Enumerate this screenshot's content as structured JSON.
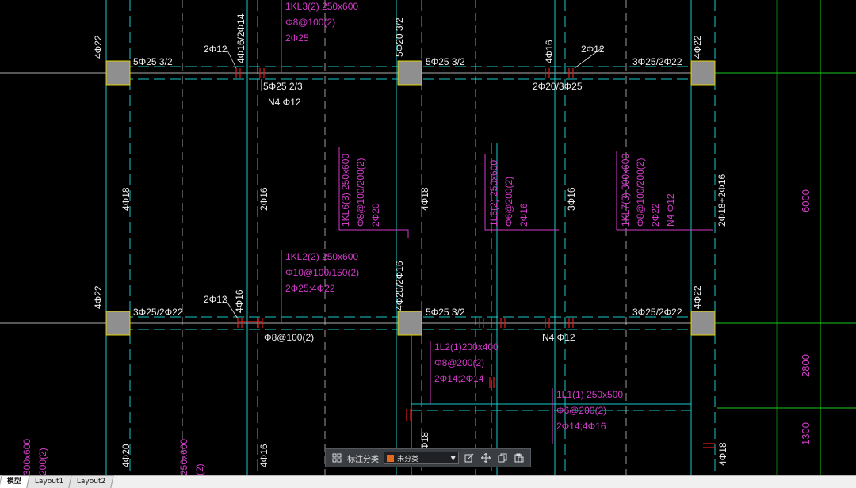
{
  "columns": [
    {
      "label_side": "4Φ22"
    },
    {
      "label_side": "4Φ22"
    },
    {
      "label_side": "4Φ22"
    },
    {
      "label_side": "4Φ22"
    }
  ],
  "white_labels": {
    "top_beam_left_1": "5Φ25 3/2",
    "top_beam_left_2": "5Φ25 3/2",
    "top_beam_right": "3Φ25/2Φ22",
    "top_mid_bottom": "5Φ25 2/3",
    "top_n4": "N4 Φ12",
    "top_2phi12_a": "2Φ12",
    "top_2phi12_b": "2Φ12",
    "top_4phi16_2phi14": "4Φ16/2Φ14",
    "top_5phi20_3_2": "5Φ20 3/2",
    "top_4phi16": "4Φ16",
    "top_2phi20_3phi25": "2Φ20/3Φ25",
    "mid_4phi18_a": "4Φ18",
    "mid_2phi16": "2Φ16",
    "mid_4phi18_b": "4Φ18",
    "mid_3phi16": "3Φ16",
    "mid_2phi18_2phi16": "2Φ18+2Φ16",
    "bot_left_beam": "3Φ25/2Φ22",
    "bot_2phi12": "2Φ12",
    "bot_4phi16": "4Φ16",
    "bot_4phi20_2phi16": "4Φ20/2Φ16",
    "bot_5phi25": "5Φ25 3/2",
    "bot_right_beam": "3Φ25/2Φ22",
    "bot_phi8_100": "Φ8@100(2)",
    "bot_n4": "N4 Φ12",
    "low_4phi20": "4Φ20",
    "low_4phi16": "4Φ16",
    "low_phi18": "Φ18",
    "low_4phi18": "4Φ18"
  },
  "magenta_labels": {
    "kl3_1": "1KL3(2) 250x600",
    "kl3_2": "Φ8@100(2)",
    "kl3_3": "2Φ25",
    "kl6_1": "1KL6(3) 250x600",
    "kl6_2": "Φ8@100/200(2)",
    "kl6_3": "2Φ20",
    "l5_1": "1L5(2) 250x600",
    "l5_2": "Φ6@200(2)",
    "l5_3": "2Φ16",
    "kl7_1": "1KL7(3) 300x600",
    "kl7_2": "Φ8@100/200(2)",
    "kl7_3": "2Φ22",
    "kl7_4": "N4 Φ12",
    "kl2_1": "1KL2(2) 250x600",
    "kl2_2": "Φ10@100/150(2)",
    "kl2_3": "2Φ25;4Φ22",
    "l2_1": "1L2(1)200x400",
    "l2_2": "Φ8@200(2)",
    "l2_3": "2Φ14;2Φ14",
    "l1_1": "1L1(1) 250x500",
    "l1_2": "Φ6@200(2)",
    "l1_3": "2Φ14;4Φ16",
    "dim_6000": "6000",
    "dim_2800": "2800",
    "dim_1300": "1300",
    "left_cut_1": "300x600",
    "left_cut_2": "200(2)",
    "left_cut_3": "250x600",
    "left_cut_4": "(2)"
  },
  "toolbar": {
    "label": "标注分类",
    "category_value": "未分类",
    "category_color": "#e8691c",
    "icons": [
      "grid-icon",
      "edit-icon",
      "move-icon",
      "copy-icon",
      "paste-icon"
    ]
  },
  "tabs": [
    {
      "label": "模型",
      "active": true
    },
    {
      "label": "Layout1",
      "active": false
    },
    {
      "label": "Layout2",
      "active": false
    }
  ],
  "colors": {
    "background": "#000000",
    "annotation": "#d23cc8",
    "text": "#f0f0f0",
    "beam_line": "#19c9c9",
    "axis_green": "#18c818",
    "column_fill": "#8f8f8f",
    "rebar_red": "#e02020"
  }
}
